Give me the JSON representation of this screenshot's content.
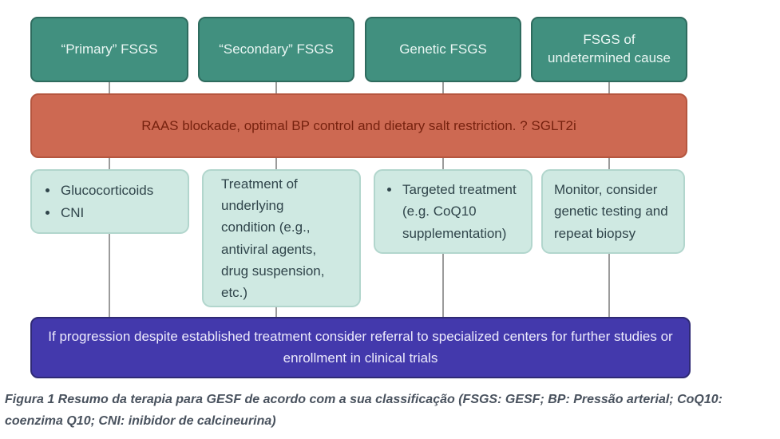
{
  "diagram": {
    "title": "FSGS therapy summary flowchart",
    "top_row": [
      {
        "label": "“Primary” FSGS"
      },
      {
        "label": "“Secondary” FSGS"
      },
      {
        "label": "Genetic FSGS"
      },
      {
        "label": "FSGS of undetermined cause"
      }
    ],
    "shared_treatment": "RAAS blockade, optimal BP control and dietary salt restriction. ? SGLT2i",
    "treatment_row": [
      {
        "bullets": [
          "Glucocorticoids",
          "CNI"
        ]
      },
      {
        "text": "Treatment of underlying condition (e.g., antiviral agents, drug suspension, etc.)"
      },
      {
        "bullets": [
          "Targeted treatment (e.g. CoQ10 supplementation)"
        ]
      },
      {
        "text": "Monitor, consider genetic testing and repeat biopsy"
      }
    ],
    "escalation": "If progression despite established treatment consider referral to specialized centers for further studies or enrollment in clinical trials",
    "caption": "Figura 1 Resumo da terapia para GESF de acordo com a sua classificação (FSGS: GESF; BP: Pressão arterial; CoQ10: coenzima Q10; CNI: inibidor de calcineurina)"
  },
  "colors": {
    "background": "#ffffff",
    "teal-fill": "#41907f",
    "teal-border": "#2e6b5e",
    "teal-text": "#e9f6f3",
    "red-fill": "#cd6952",
    "red-border": "#b5563f",
    "red-text": "#77220f",
    "mint-fill": "#cfe9e2",
    "mint-border": "#b2d6cd",
    "mint-text": "#30454b",
    "blue-fill": "#4339ac",
    "blue-border": "#2f2a75",
    "blue-text": "#eceafc",
    "connector": "#9b9b9b",
    "caption-text": "#49525e"
  }
}
